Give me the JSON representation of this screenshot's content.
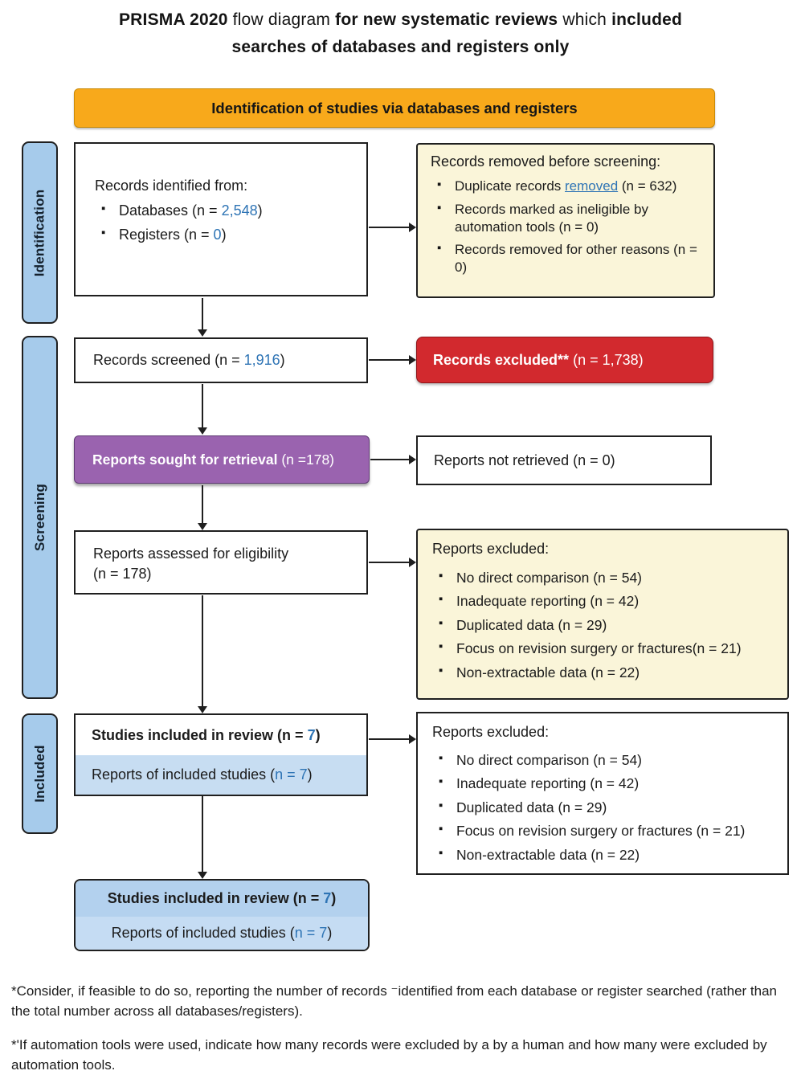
{
  "title": {
    "l1s1": "PRISMA 2020 ",
    "l1s2": "flow diagram ",
    "l1s3": "for new systematic reviews ",
    "l1s4": "which ",
    "l1s5": "included",
    "l2": "searches of databases and registers only"
  },
  "banner": {
    "label": "Identification of studies via databases and registers"
  },
  "sidebar": {
    "identification": "Identification",
    "screening": "Screening",
    "included": "Included"
  },
  "colors": {
    "accent_blue": "#2E74B5",
    "banner_orange": "#F8A91B",
    "excluded_red": "#D2292E",
    "retrieval_purple": "#9A63AF",
    "sidebar_blue": "#A6CBEB",
    "note_cream": "#FAF5D9",
    "included_lightblue": "#C7DDF2"
  },
  "boxes": {
    "records_identified": {
      "heading": "Records identified from:",
      "item1": {
        "pre": "Databases (n = ",
        "value": "2,548",
        "post": ")"
      },
      "item2": {
        "pre": "Registers (n = ",
        "value": "0",
        "post": ")"
      }
    },
    "records_removed": {
      "heading": "Records removed before screening:",
      "item1": {
        "pre": "Duplicate records ",
        "link": "removed",
        "post": " (n = 632)"
      },
      "item2": "Records marked as ineligible by automation tools (n = 0)",
      "item3": "Records removed for other reasons (n = 0)"
    },
    "records_screened": {
      "pre": "Records screened (n = ",
      "value": "1,916",
      "post": ")"
    },
    "records_excluded": {
      "bold": "Records excluded**",
      "rest": " (n = 1,738)"
    },
    "reports_sought": {
      "bold": "Reports sought for retrieval",
      "rest": " (n =178)"
    },
    "reports_not_retrieved": {
      "text": "Reports not retrieved (n = 0)"
    },
    "reports_assessed": {
      "line1": "Reports assessed for eligibility",
      "line2": "(n = 178)"
    },
    "reports_excluded_upper": {
      "heading": "Reports excluded:",
      "items": [
        "No direct comparison (n = 54)",
        "Inadequate reporting (n = 42)",
        "Duplicated data (n = 29)",
        "Focus on revision surgery or fractures(n = 21)",
        "Non-extractable data (n = 22)"
      ]
    },
    "reports_excluded_lower": {
      "heading": "Reports excluded:",
      "items": [
        "No direct comparison (n = 54)",
        "Inadequate reporting (n = 42)",
        "Duplicated data (n = 29)",
        "Focus on revision surgery or fractures (n = 21)",
        "Non-extractable data (n = 22)"
      ]
    },
    "studies_included_mid": {
      "line1": {
        "pre": "Studies included in review (n = ",
        "value": "7",
        "post": ")"
      },
      "line2": {
        "pre": "Reports of included studies (",
        "value": "n = 7",
        "post": ")"
      }
    },
    "studies_included_bottom": {
      "line1": {
        "pre": "Studies included in review (n = ",
        "value": "7",
        "post": ")"
      },
      "line2": {
        "pre": "Reports of included studies (",
        "value": "n = 7",
        "post": ")"
      }
    }
  },
  "footnotes": {
    "note1": "*Consider, if feasible to do so, reporting the number of records ⁻identified from each database or register searched (rather than the total number across all databases/registers).",
    "note2": "*'If automation tools were used, indicate how many records were excluded by a by a human and how many were excluded by automation tools."
  }
}
